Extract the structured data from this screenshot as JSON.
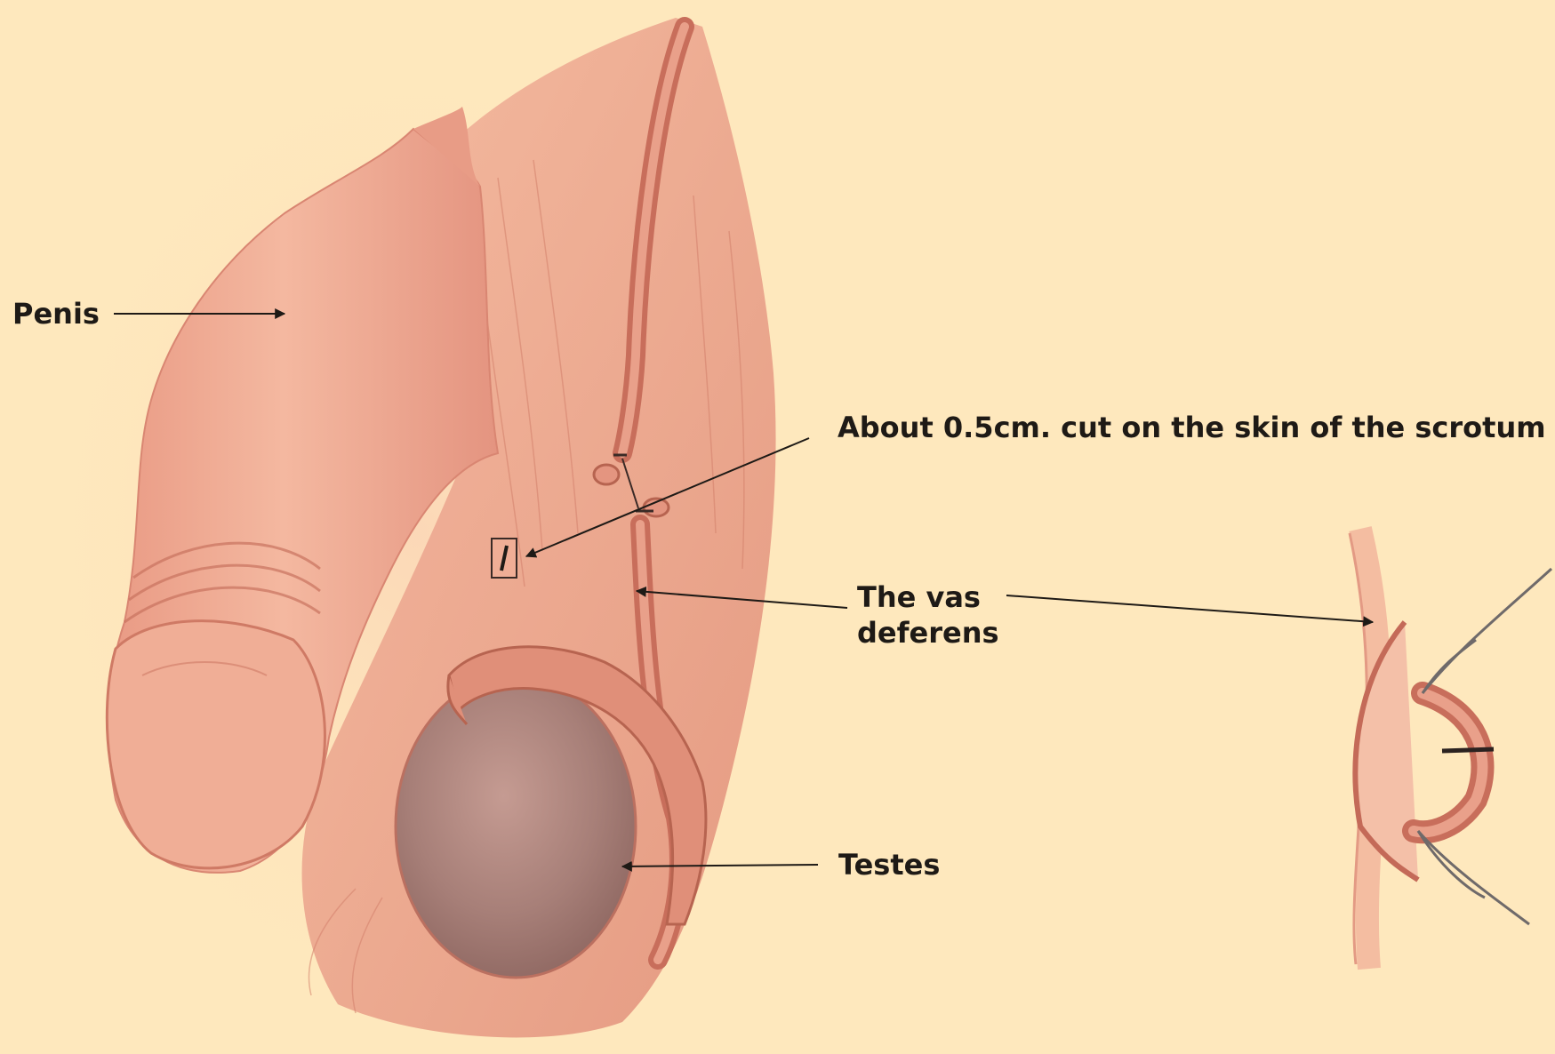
{
  "labels": {
    "penis": "Penis",
    "incision": "About 0.5cm. cut on the skin of the scrotum",
    "vas_deferens": [
      "The vas",
      "deferens"
    ],
    "testes": "Testes"
  },
  "colors": {
    "background": "#fee8bd",
    "skin": "#eea990",
    "skin_shadow": "#d98672",
    "vas": "#d47a66",
    "testis": "#a37a73",
    "text": "#1e1a16"
  }
}
